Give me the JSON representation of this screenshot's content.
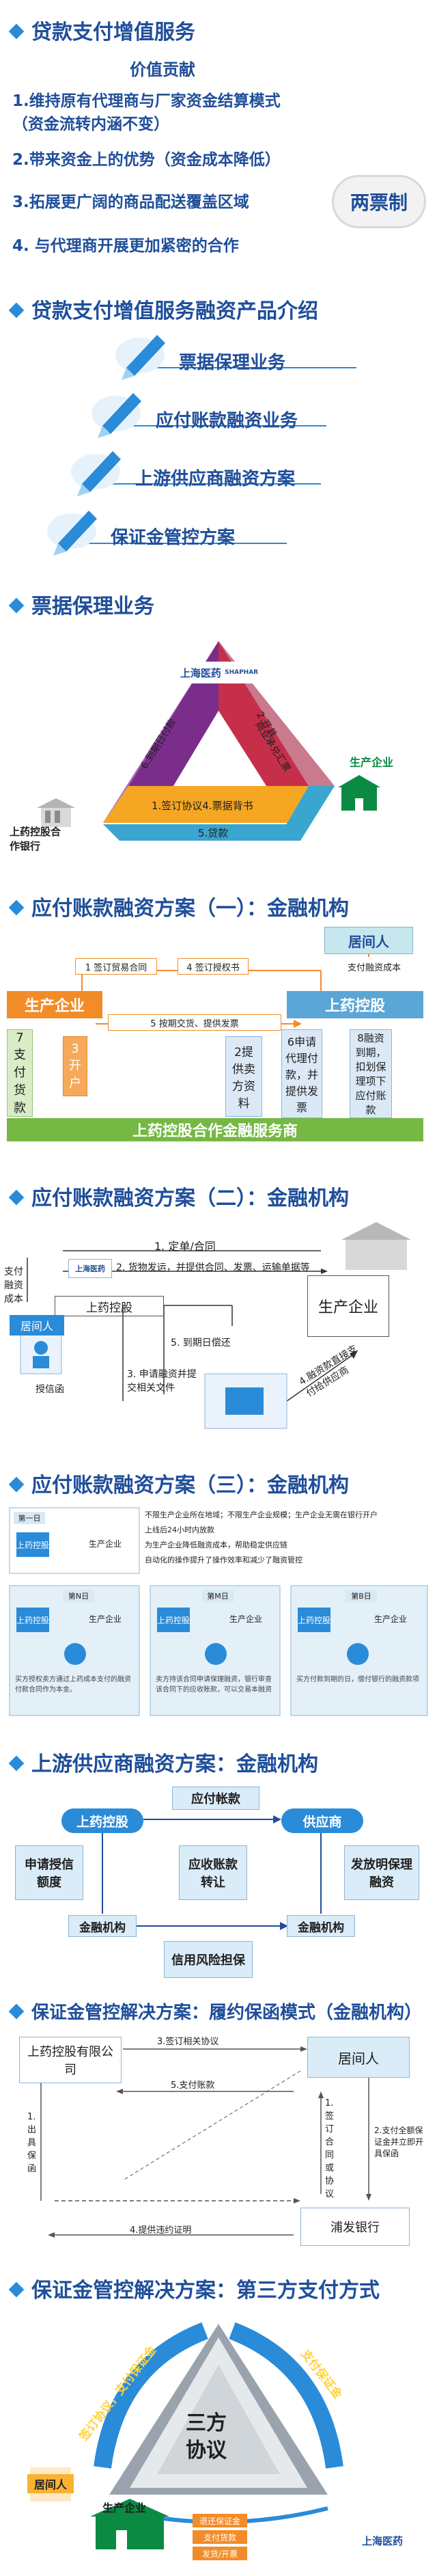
{
  "s1": {
    "title": "贷款支付增值服务",
    "value_head": "价值贡献",
    "items": [
      "1.维持原有代理商与厂家资金结算模式",
      "（资金流转内涵不变）",
      "2.带来资金上的优势（资金成本降低）",
      "3.拓展更广阔的商品配送覆盖区域",
      "4. 与代理商开展更加紧密的合作"
    ],
    "badge": "两票制"
  },
  "s2": {
    "title": "贷款支付增值服务融资产品介绍",
    "products": [
      "票据保理业务",
      "应付账款融资业务",
      "上游供应商融资方案",
      "保证金管控方案"
    ]
  },
  "s3": {
    "title": "票据保理业务",
    "logo": "上海医药",
    "logo_sub": "SHAPHAR",
    "left_label": "上药控股合作银行",
    "right_label": "生产企业",
    "side_left": "6.到期日付款",
    "side_right_1": "2.开具",
    "side_right_2": "商业承兑汇票",
    "bottom_1": "1.签订协议4.票据背书",
    "bottom_2": "5.贷款"
  },
  "s4": {
    "title": "应付账款融资方案（一）：金融机构",
    "jujianren": "居间人",
    "top_labels": [
      "1 签订贸易合同",
      "4 签订授权书",
      "支付融资成本"
    ],
    "producer": "生产企业",
    "shangyao": "上药控股",
    "mid_arrow": "5 按期交货、提供发票",
    "col_boxes": [
      "7支付货款",
      "3开户",
      "2提供卖方资料",
      "6申请代理付款，并提供发票",
      "8融资到期，扣划保理项下应付账款"
    ],
    "bank_bar": "上药控股合作金融服务商"
  },
  "s5": {
    "title": "应付账款融资方案（二）：金融机构",
    "label_cost": "支付融资成本",
    "label_order": "1. 定单/合同",
    "label_delivery": "2. 货物发运，并提供合同、发票、运输单据等",
    "logo": "上海医药",
    "shangyao": "上药控股",
    "producer": "生产企业",
    "jujianren": "居间人",
    "credit": "授信函",
    "label_due": "5. 到期日偿还",
    "label_apply": "3. 申请融资并提交相关文件",
    "label_pay": "4.融资款直接支付给供应商"
  },
  "s6": {
    "title": "应付账款融资方案（三）：金融机构",
    "step_a": "第一日",
    "step_b": "第N日",
    "step_c": "第M日",
    "step_d": "第B日",
    "shangyao": "上药控股",
    "producer": "生产企业",
    "bullets": [
      "不限生产企业所在地域；不限生产企业规模；生产企业无需在银行开户",
      "上线后24小时内放款",
      "为生产企业降低融资成本，帮助稳定供应链",
      "自动化的操作提升了操作效率和减少了融资管控"
    ],
    "notes": [
      "买方授权卖方通过上药成本支付的融资付款合同作为本金。",
      "卖方持该合同申请保理融资，银行审查该合同下的应收账款，可以交易本融资",
      "买方付款到期的日，偿付银行的融资款项"
    ]
  },
  "s7": {
    "title": "上游供应商融资方案：金融机构",
    "shangyao": "上药控股",
    "supplier": "供应商",
    "payable": "应付帐款",
    "left_box": "申请授信额度",
    "mid_box": "应收账款转让",
    "right_box": "发放明保理融资",
    "bank_left": "金融机构",
    "bank_right": "金融机构",
    "guarantee": "信用风险担保"
  },
  "s8": {
    "title": "保证金管控解决方案：履约保函模式（金融机构）",
    "company": "上药控股有限公司",
    "jujianren": "居间人",
    "bank": "浦发银行",
    "l1": "3.签订相关协议",
    "l2": "5.支付账款",
    "l3": "1.签订合同或协议",
    "l4": "2.支付全额保证金并立即开具保函",
    "l5": "4.提供违约证明",
    "l6": "1.出具保函"
  },
  "s9": {
    "title": "保证金管控解决方案：第三方支付方式",
    "center_1": "三方",
    "center_2": "协议",
    "left_top": "签订协议，支付保证金",
    "right_top": "支付保证金",
    "jujianren": "居间人",
    "producer": "生产企业",
    "logo": "上海医药",
    "bottom_labels": [
      "退还保证金",
      "支付货款",
      "发货/开票"
    ]
  }
}
